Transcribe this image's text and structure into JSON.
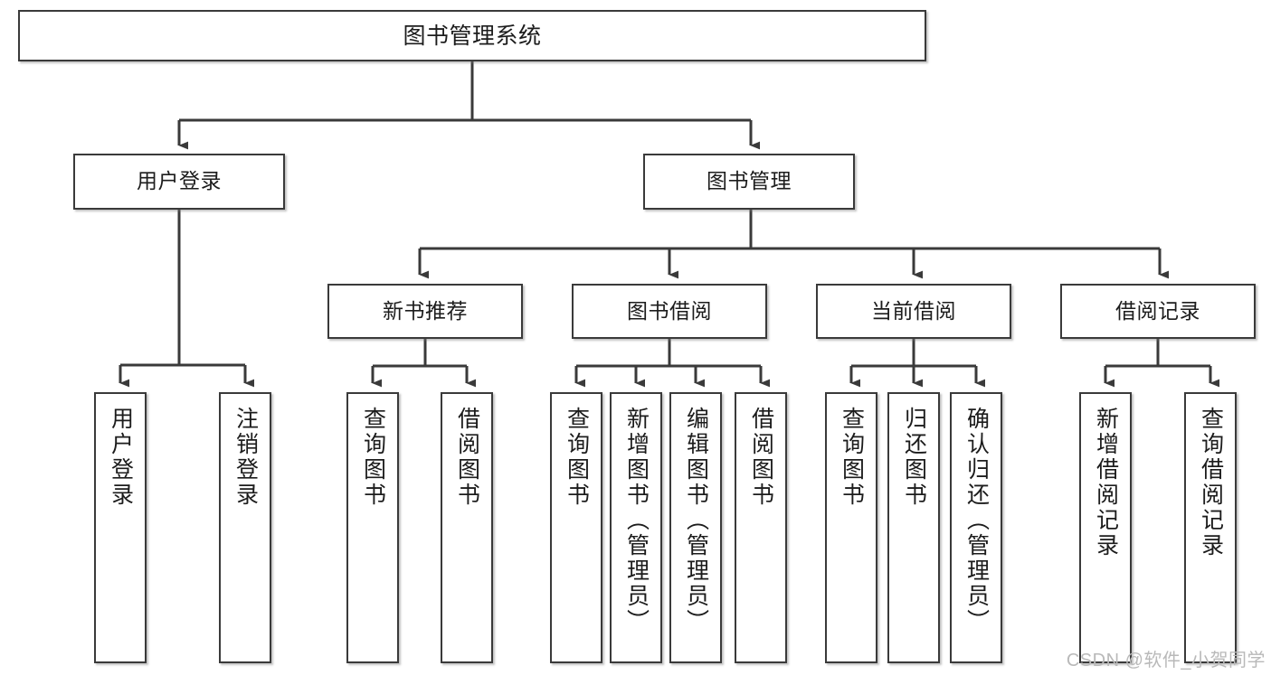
{
  "diagram": {
    "type": "tree-flowchart",
    "title": "图书管理系统",
    "root": {
      "label": "图书管理系统"
    },
    "level2": [
      {
        "label": "用户登录"
      },
      {
        "label": "图书管理"
      }
    ],
    "level3": [
      {
        "label": "新书推荐"
      },
      {
        "label": "图书借阅"
      },
      {
        "label": "当前借阅"
      },
      {
        "label": "借阅记录"
      }
    ],
    "leaves": {
      "user_login": [
        {
          "label": "用户登录"
        },
        {
          "label": "注销登录"
        }
      ],
      "new_book_recommend": [
        {
          "label": "查询图书"
        },
        {
          "label": "借阅图书"
        }
      ],
      "book_borrow": [
        {
          "label": "查询图书"
        },
        {
          "label": "新增图书（管理员）"
        },
        {
          "label": "编辑图书（管理员）"
        },
        {
          "label": "借阅图书"
        }
      ],
      "current_borrow": [
        {
          "label": "查询图书"
        },
        {
          "label": "归还图书"
        },
        {
          "label": "确认归还（管理员）"
        }
      ],
      "borrow_record": [
        {
          "label": "新增借阅记录"
        },
        {
          "label": "查询借阅记录"
        }
      ]
    }
  },
  "watermark": {
    "text": "CSDN @软件_小贺同学"
  },
  "colors": {
    "box_border": "#3a3a3a",
    "box_fill": "#ffffff",
    "connector": "#3a3a3a",
    "text": "#1c1c1c",
    "watermark": "#b9b9b9"
  }
}
